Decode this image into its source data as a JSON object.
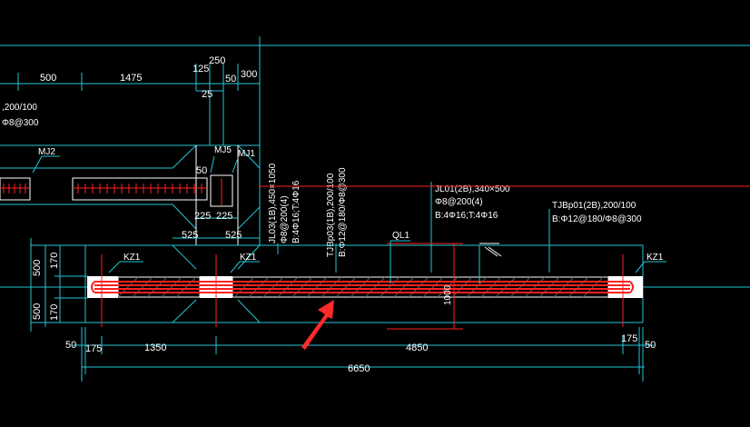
{
  "colors": {
    "background": "#000000",
    "dimension_line": "#22c6d6",
    "rebar": "#ff2020",
    "text": "#ffffff",
    "arrow": "#ff2a2a"
  },
  "top_dimensions": {
    "d_500": "500",
    "d_1475": "1475",
    "d_125": "125",
    "d_250": "250",
    "d_25": "25",
    "d_50": "50",
    "d_300": "300"
  },
  "left_beam_label": {
    "line1": ",200/100",
    "line2": "Φ8@300"
  },
  "marks": {
    "mj2": "MJ2",
    "mj5": "MJ5",
    "mj1": "MJ1",
    "kz1_left": "KZ1",
    "kz1_mid": "KZ1",
    "kz1_right": "KZ1",
    "ql1": "QL1"
  },
  "mid_dimensions": {
    "d_50": "50",
    "d_225a": "225",
    "d_225b": "225",
    "d_525a": "525",
    "d_525b": "525"
  },
  "rotated_labels": {
    "jl03_l1": "JL03(1B),450×1050",
    "jl03_l2": "Φ8@200(4)",
    "jl03_l3": "B:4Φ16;T:4Φ16",
    "tjbp03_l1": "TJBp03(1B),200/100",
    "tjbp03_l2": "B:Φ12@180/Φ8@300",
    "ql1_dim": "1000"
  },
  "jl01_label": {
    "line1": "JL01(2B),340×500",
    "line2": "Φ8@200(4)",
    "line3": "B:4Φ16;T:4Φ16"
  },
  "tjbp01_label": {
    "line1": "TJBp01(2B),200/100",
    "line2": "B:Φ12@180/Φ8@300"
  },
  "left_dimensions": {
    "d_500a": "500",
    "d_500b": "500",
    "d_170a": "170",
    "d_170b": "170"
  },
  "bottom_dimensions": {
    "d_50_left": "50",
    "d_175_left": "175",
    "d_1350": "1350",
    "d_4850": "4850",
    "d_175_right": "175",
    "d_50_right": "50",
    "d_6650": "6650"
  }
}
